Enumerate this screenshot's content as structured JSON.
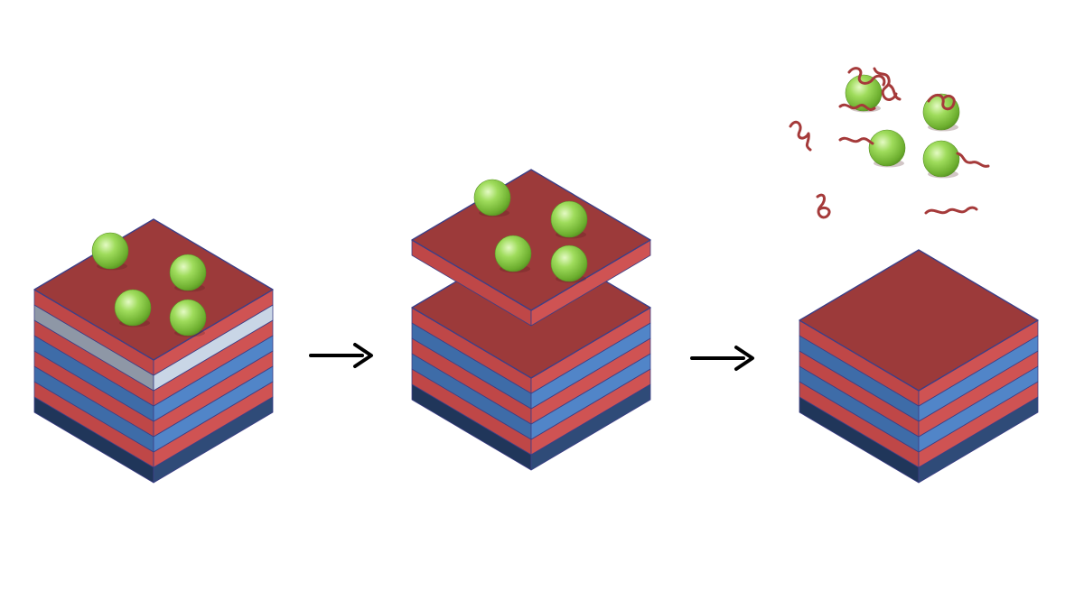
{
  "diagram": {
    "stages": [
      {
        "name": "initial-multilayer-stack",
        "layers": [
          "red",
          "silver",
          "red",
          "blue",
          "red",
          "blue",
          "red",
          "navy"
        ],
        "particle_count": 4
      },
      {
        "name": "top-layer-detaching",
        "detached_layer": "red",
        "layers": [
          "red",
          "blue",
          "red",
          "blue",
          "red",
          "navy"
        ],
        "particle_count": 4
      },
      {
        "name": "particles-released",
        "layers": [
          "red",
          "blue",
          "red",
          "blue",
          "red",
          "navy"
        ],
        "particle_count": 4,
        "released_strands": true
      }
    ],
    "arrows": 2
  },
  "colors": {
    "red": {
      "top": "#9c3a3a",
      "left": "#bf4747",
      "right": "#cf5353"
    },
    "blue": {
      "left": "#3e6ca8",
      "right": "#5185c8"
    },
    "navy": {
      "left": "#20365a",
      "right": "#2f4b78"
    },
    "silver": {
      "left": "#8e97a6",
      "right": "#c9d6e6"
    },
    "edge": "#3d3f86",
    "particle": "#8fd14f",
    "strand": "#a53a3a",
    "arrow": "#000000"
  }
}
